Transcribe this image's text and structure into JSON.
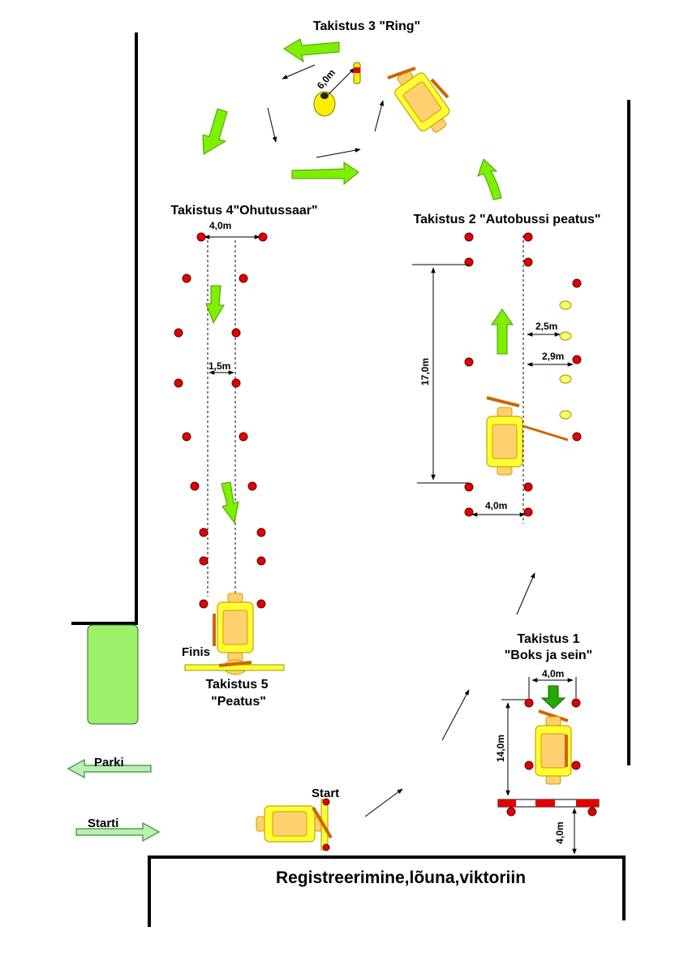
{
  "obstacles": {
    "t1_line1": "Takistus 1",
    "t1_line2": "\"Boks ja sein\"",
    "t2": "Takistus 2 \"Autobussi peatus\"",
    "t3": "Takistus 3 \"Ring\"",
    "t4": "Takistus 4\"Ohutussaar\"",
    "t5_line1": "Takistus 5",
    "t5_line2": "\"Peatus\""
  },
  "labels": {
    "start": "Start",
    "finish": "Finis",
    "parking": "Parki",
    "to_start": "Starti",
    "building": "Registreerimine,lõuna,viktoriin"
  },
  "dimensions": {
    "t4_width": "4,0m",
    "t4_inner": "1,5m",
    "t2_length": "17,0m",
    "t2_width": "4,0m",
    "t2_gap1": "2,5m",
    "t2_gap2": "2,9m",
    "t3_radius": "6,0m",
    "t1_width": "4,0m",
    "t1_length": "14,0m",
    "t1_to_wall": "4,0m"
  },
  "colors": {
    "cone": "#e00000",
    "arrow_green": "#7cf000",
    "vehicle_body": "#ffff33",
    "vehicle_cabin": "#ffd070",
    "blade": "#cc6600",
    "parking_area": "#9cf06a"
  }
}
